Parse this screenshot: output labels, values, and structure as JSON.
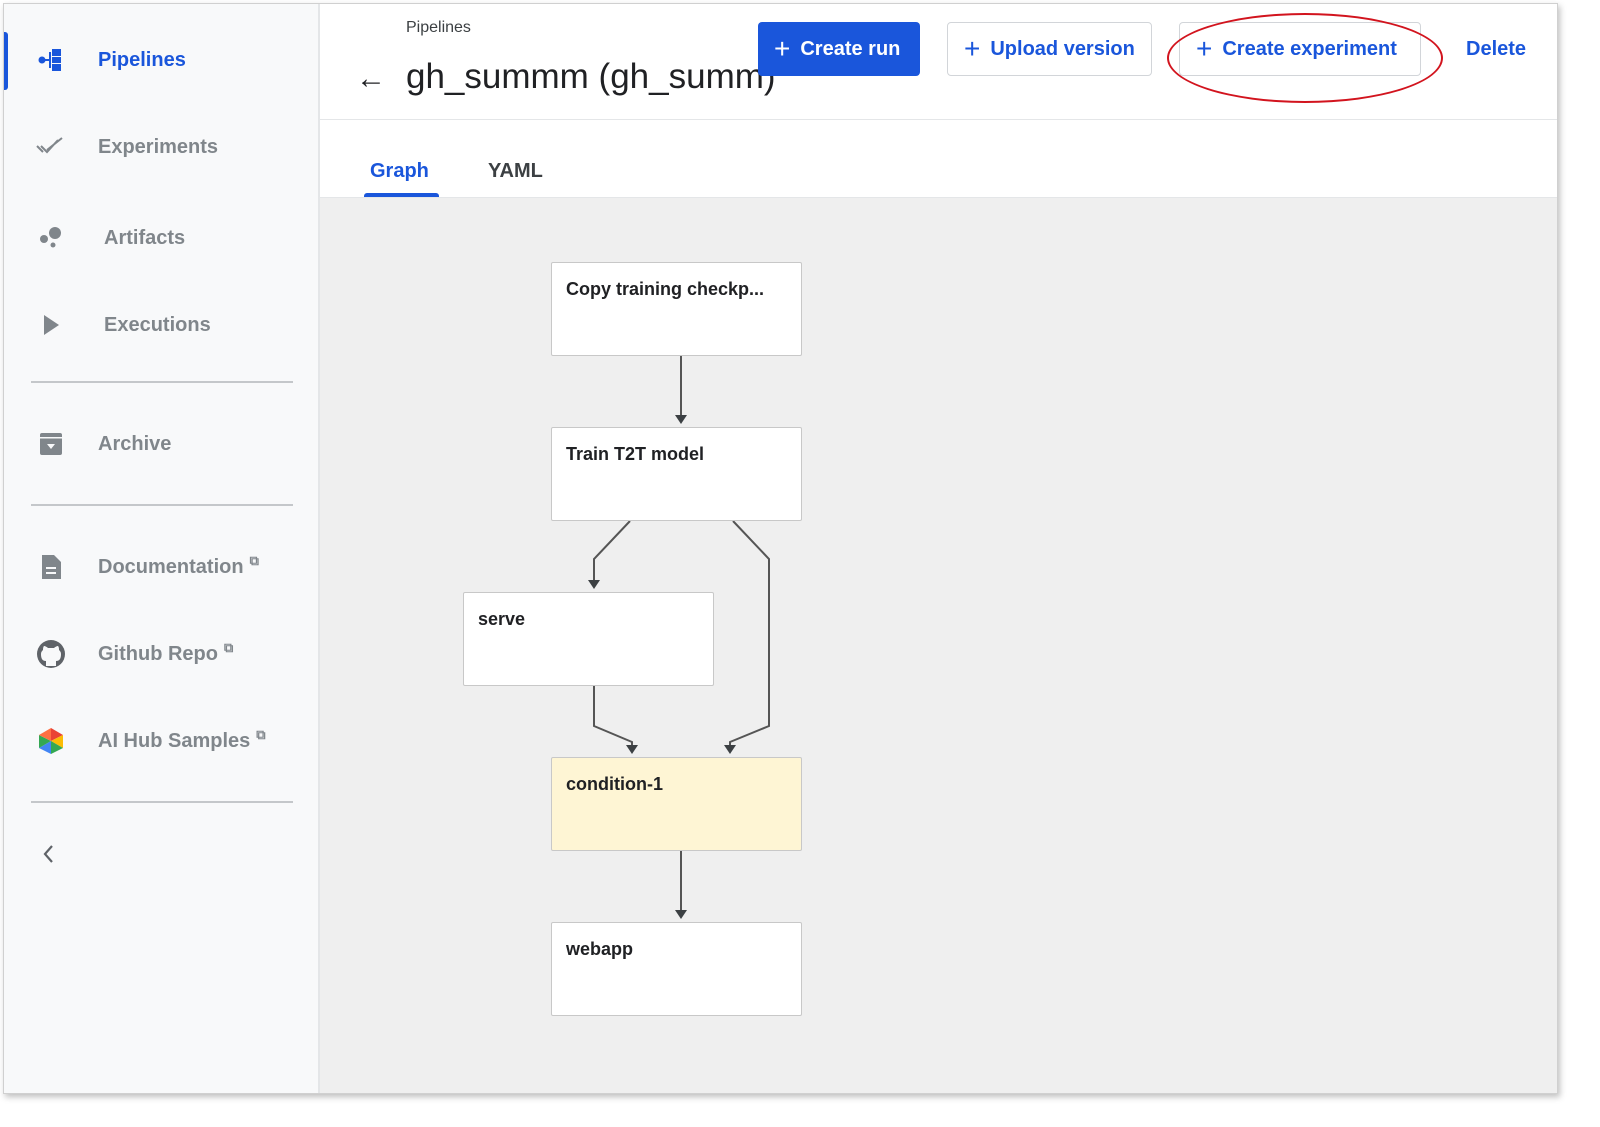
{
  "sidebar": {
    "items": [
      {
        "label": "Pipelines",
        "icon": "pipelines-icon",
        "active": true
      },
      {
        "label": "Experiments",
        "icon": "double-check-icon"
      },
      {
        "label": "Artifacts",
        "icon": "bubbles-icon"
      },
      {
        "label": "Executions",
        "icon": "play-icon"
      },
      {
        "label": "Archive",
        "icon": "archive-icon"
      },
      {
        "label": "Documentation",
        "icon": "document-icon",
        "external": true
      },
      {
        "label": "Github Repo",
        "icon": "github-icon",
        "external": true
      },
      {
        "label": "AI Hub Samples",
        "icon": "ai-hub-icon",
        "external": true
      }
    ],
    "collapse_icon": "chevron-left-icon",
    "external_glyph": "⧉"
  },
  "header": {
    "breadcrumb": "Pipelines",
    "title": "gh_summm (gh_summ)",
    "buttons": {
      "create_run": "Create run",
      "upload_version": "Upload version",
      "create_experiment": "Create experiment",
      "delete": "Delete"
    },
    "plus": "+",
    "back": "←"
  },
  "tabs": [
    {
      "label": "Graph",
      "active": true
    },
    {
      "label": "YAML"
    }
  ],
  "graph": {
    "nodes": [
      {
        "label": "Copy training checkp..."
      },
      {
        "label": "Train T2T model"
      },
      {
        "label": "serve"
      },
      {
        "label": "condition-1"
      },
      {
        "label": "webapp"
      }
    ],
    "edges": [
      [
        "Copy training checkp...",
        "Train T2T model"
      ],
      [
        "Train T2T model",
        "serve"
      ],
      [
        "Train T2T model",
        "condition-1"
      ],
      [
        "serve",
        "condition-1"
      ],
      [
        "condition-1",
        "webapp"
      ]
    ]
  },
  "colors": {
    "accent": "#1a56db",
    "condition_node": "#fef5d4",
    "highlight": "#d2141e"
  }
}
